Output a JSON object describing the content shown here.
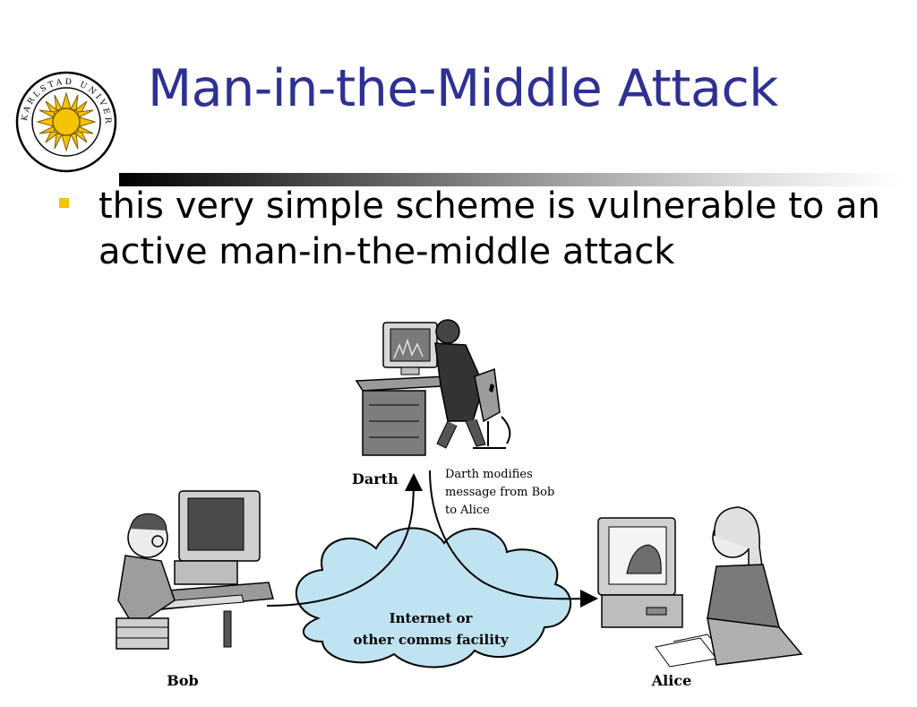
{
  "slide": {
    "title": "Man-in-the-Middle Attack",
    "bullet": "this very simple scheme is vulnerable to an active man-in-the-middle attack"
  },
  "logo": {
    "text": "KARLSTAD UNIVERSITY"
  },
  "diagram": {
    "darth_label": "Darth",
    "darth_note": [
      "Darth modifies",
      "message from Bob",
      "to Alice"
    ],
    "cloud_label": [
      "Internet or",
      "other comms facility"
    ],
    "bob_label": "Bob",
    "alice_label": "Alice"
  },
  "colors": {
    "title": "#2e3192",
    "bullet_marker": "#f5c400",
    "cloud_fill": "#bfe3f0",
    "sun": "#f5c400"
  }
}
